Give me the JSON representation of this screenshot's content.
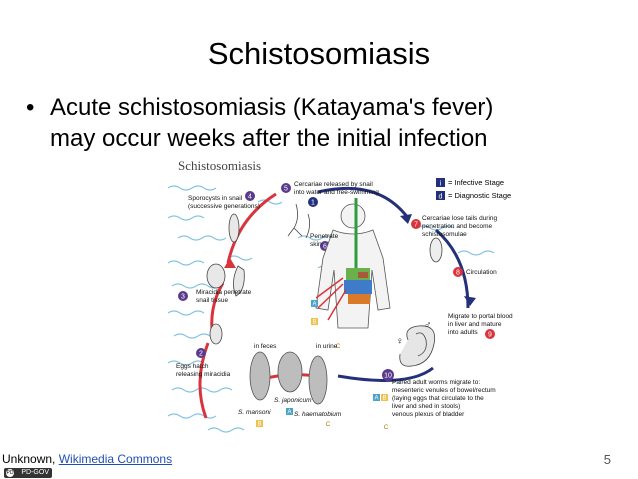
{
  "slide": {
    "title": "Schistosomiasis",
    "bullet_line1": "Acute schistosomiasis (Katayama's fever)",
    "bullet_line2": "may occur weeks after the initial infection",
    "page_number": "5"
  },
  "credit": {
    "author": "Unknown,",
    "link_label": "Wikimedia Commons",
    "license_badge": "PD-GOV"
  },
  "diagram": {
    "title": "Schistosomiasis",
    "legend_infective": "= Infective Stage",
    "legend_diagnostic": "= Diagnostic Stage",
    "legend_infective_badge": "i",
    "legend_diagnostic_badge": "d",
    "step1": "1",
    "step2": "2",
    "step3": "3",
    "step4": "4",
    "step5": "5",
    "step6": "6",
    "step7": "7",
    "step8": "8",
    "step9": "9",
    "step10": "10",
    "label_sporocysts_1": "Sporocysts in snail",
    "label_sporocysts_2": "(successive generations)",
    "label_cercariae_1": "Cercariae released by snail",
    "label_cercariae_2": "into water and free-swimming",
    "label_penetrate_1": "Penetrate",
    "label_penetrate_2": "skin",
    "label_lose_tails_1": "Cercariae lose tails during",
    "label_lose_tails_2": "penetration and become",
    "label_lose_tails_3": "schistosomulae",
    "label_circulation": "Circulation",
    "label_migrate_1": "Migrate to portal blood",
    "label_migrate_2": "in liver and mature",
    "label_migrate_3": "into adults",
    "label_miracidia_1": "Miracidia penetrate",
    "label_miracidia_2": "snail tissue",
    "label_eggs_1": "Eggs hatch",
    "label_eggs_2": "releasing miracidia",
    "label_feces": "in feces",
    "label_urine": "in urine",
    "label_japonicum": "S. japonicum",
    "label_mansoni": "S. mansoni",
    "label_haematobium": "S. haematobium",
    "label_paired_1": "Paired adult worms migrate to:",
    "label_paired_2": "mesenteric venules of bowel/rectum",
    "label_paired_3": "(laying eggs that circulate to the",
    "label_paired_4": "liver and shed in stools)",
    "label_paired_5": "venous plexus of bladder",
    "marker_A": "A",
    "marker_B": "B",
    "marker_C": "C",
    "male_symbol": "♂",
    "female_symbol": "♀"
  },
  "colors": {
    "cycle_red": "#d9343c",
    "cycle_blue": "#24307a",
    "badge_purple": "#5a3a8c",
    "water": "#86c3e2",
    "link": "#1f4fb4"
  }
}
